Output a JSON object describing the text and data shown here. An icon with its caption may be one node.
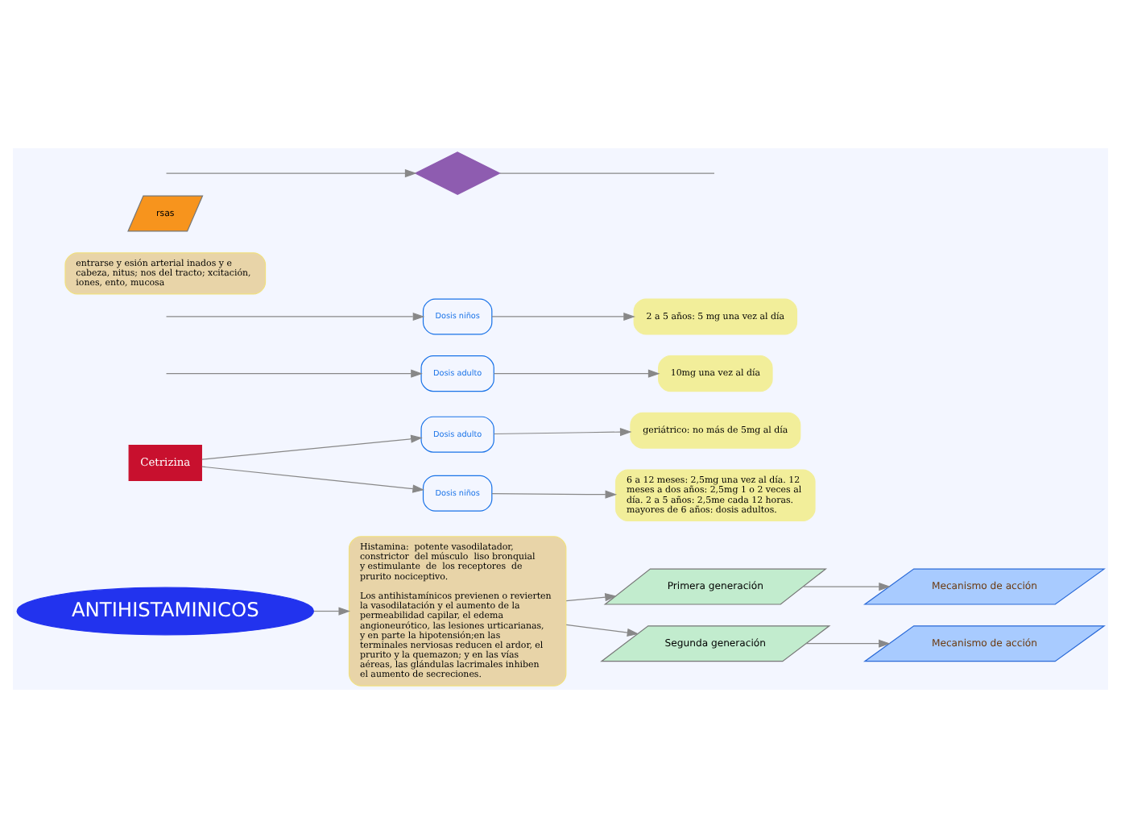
{
  "diagram": {
    "nodes": [
      {
        "text": [
          "ANTIHISTAMINICOS"
        ]
      },
      {
        "text": [
          "Histamina:  potente vasodilatador, constrictor  del músculo  liso bronquial  y estimulante  de  los receptores  de prurito nociceptivo.",
          "Los antihistamínicos previenen o revierten la vasodilatación y el aumento de la permeabilidad capilar, el edema angioneurótico, las lesiones urticarianas, y en parte la hipotensión;en las terminales nerviosas reducen el ardor, el prurito y la quemazon; y en las vías aéreas, las glándulas lacrimales inhiben el aumento de secreciones."
        ]
      },
      {
        "text": [
          "Primera generación"
        ]
      },
      {
        "text": [
          "Mecanismo de acción"
        ]
      },
      {
        "text": [
          "Segunda generación"
        ]
      },
      {
        "text": [
          "Mecanismo de acción"
        ]
      },
      {
        "text": [
          "Cetrizina"
        ]
      },
      {
        "text": [
          "Dosis adulto"
        ]
      },
      {
        "text": [
          "geriátrico: no más de 5mg al día"
        ]
      },
      {
        "text": [
          "Dosis niños"
        ]
      },
      {
        "text": [
          "6 a 12 meses: 2,5mg una vez al día. 12 meses a dos años: 2,5mg 1 o 2 veces al día. 2 a 5 años: 2,5me cada 12 horas. mayores de 6 años: dosis adultos."
        ]
      },
      {
        "text": [
          "Dosis adulto"
        ]
      },
      {
        "text": [
          "10mg una vez al día"
        ]
      },
      {
        "text": [
          "Dosis niños"
        ]
      },
      {
        "text": [
          "2 a 5 años: 5 mg una vez al día"
        ]
      },
      {
        "text": [
          "entrarse y esión arterial inados y e cabeza, nitus; nos del tracto; xcitación, iones, ento, mucosa"
        ]
      },
      {
        "text": [
          "rsas"
        ]
      },
      {
        "text": [],
        "shape": "diamond"
      }
    ],
    "edges": [
      {
        "from": 0,
        "to": 1,
        "arrow": "to"
      },
      {
        "from": 1,
        "to": 2,
        "arrow": "to"
      },
      {
        "from": 2,
        "to": 3,
        "arrow": "to"
      },
      {
        "from": 1,
        "to": 4,
        "arrow": "to"
      },
      {
        "from": 4,
        "to": 5,
        "arrow": "to"
      },
      {
        "from": 6,
        "to": 7,
        "arrow": "to"
      },
      {
        "from": 7,
        "to": 8,
        "arrow": "to"
      },
      {
        "from": 6,
        "to": 9,
        "arrow": "to"
      },
      {
        "from": 9,
        "to": 10,
        "arrow": "to"
      },
      {
        "from": null,
        "to": 11,
        "arrow": "to"
      },
      {
        "from": 11,
        "to": 12,
        "arrow": "to"
      },
      {
        "from": null,
        "to": 13,
        "arrow": "to"
      },
      {
        "from": 13,
        "to": 14,
        "arrow": "to"
      },
      {
        "from": null,
        "to": 17,
        "arrow": "to"
      },
      {
        "from": 17,
        "to": null,
        "arrow": "none"
      }
    ]
  }
}
